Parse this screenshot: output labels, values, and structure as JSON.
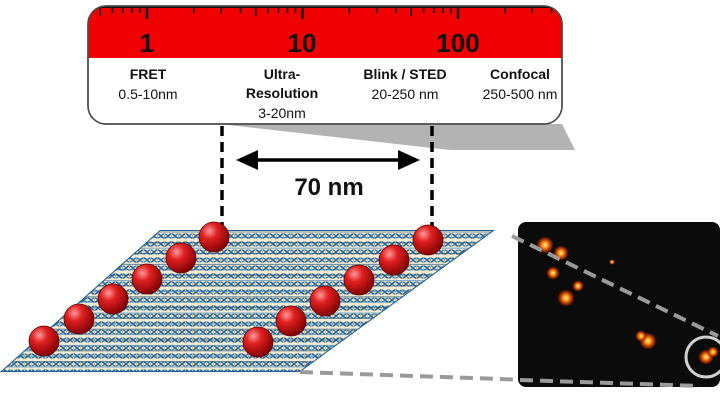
{
  "scale": {
    "decades": [
      {
        "label": "1",
        "log": 0
      },
      {
        "label": "10",
        "log": 1
      },
      {
        "label": "100",
        "log": 2
      }
    ],
    "methods": [
      {
        "name": "FRET",
        "range": "0.5-10nm"
      },
      {
        "name_line1": "Ultra-",
        "name_line2": "Resolution",
        "range": "3-20nm"
      },
      {
        "name": "Blink / STED",
        "range": "20-250 nm"
      },
      {
        "name": "Confocal",
        "range": "250-500 nm"
      }
    ],
    "colors": {
      "band": "#f00000",
      "card": "#ffffff",
      "shadow": "#b3b3b3"
    }
  },
  "measurement": {
    "label": "70 nm"
  },
  "origami": {
    "colors": {
      "strand": "#1d5f96",
      "bases": "#e2c382",
      "bead": "#d21414"
    },
    "bead_count": 12
  },
  "micrograph": {
    "colors": {
      "background": "#0b0b0b",
      "spot": "#ff6a00",
      "highlight_ring": "#d0d0d0"
    }
  }
}
